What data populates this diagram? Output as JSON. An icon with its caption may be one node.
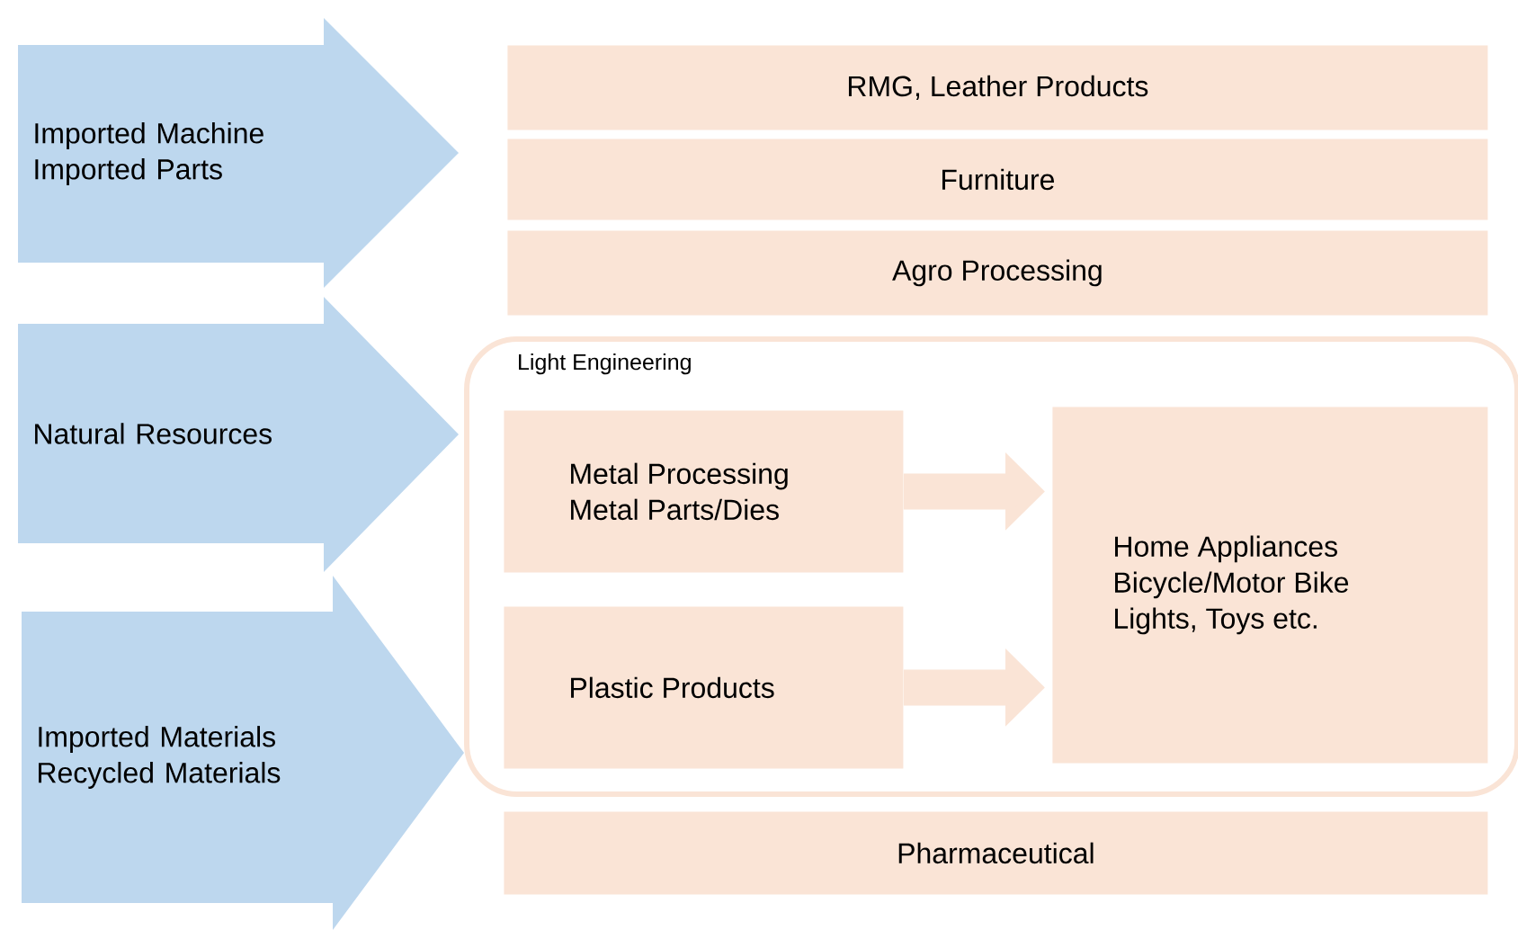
{
  "diagram": {
    "nodes": [
      {
        "text": [
          "Imported Machine Imported Parts"
        ]
      },
      {
        "text": [
          "Natural Resources"
        ]
      },
      {
        "text": [
          "Imported Materials Recycled Materials"
        ]
      },
      {
        "text": [
          "RMG, Leather Products"
        ]
      },
      {
        "text": [
          "Furniture"
        ]
      },
      {
        "text": [
          "Agro Processing"
        ]
      },
      {
        "text": [
          "Light Engineering"
        ]
      },
      {
        "text": [
          "Metal Processing Metal Parts/Dies"
        ],
        "in": 6
      },
      {
        "text": [
          "Plastic Products"
        ],
        "in": 6
      },
      {
        "text": [
          "Home Appliances Bicycle/Motor Bike Lights, Toys etc."
        ],
        "in": 6
      },
      {
        "text": [
          "Pharmaceutical"
        ]
      }
    ],
    "edges": [
      {
        "from": 7,
        "to": 9,
        "arrow": "to"
      },
      {
        "from": 8,
        "to": 9,
        "arrow": "to"
      }
    ]
  }
}
